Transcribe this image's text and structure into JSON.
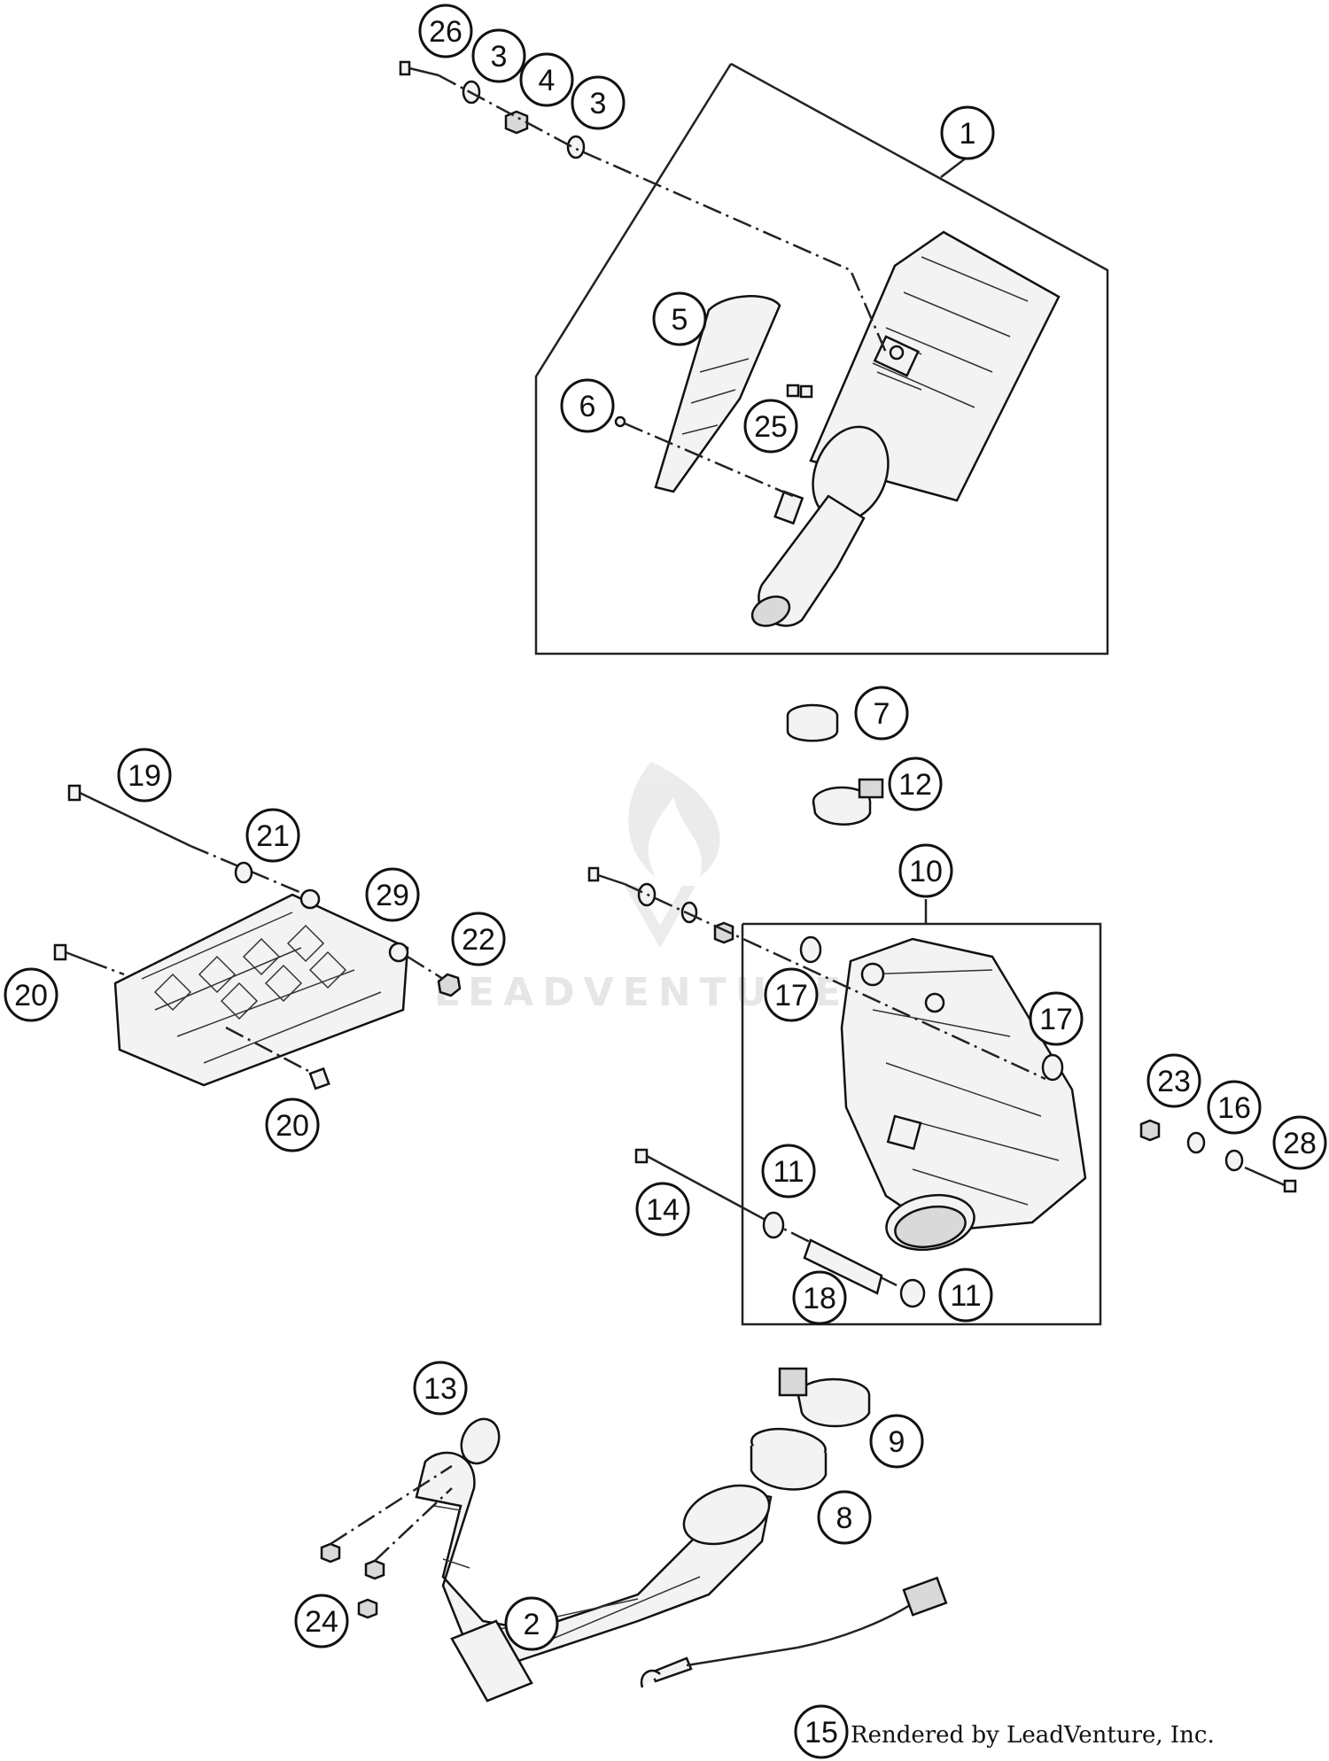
{
  "watermark": {
    "text": "LEADVENTURE"
  },
  "credit": "Rendered by LeadVenture, Inc.",
  "callouts": [
    {
      "id": "c26",
      "label": "26"
    },
    {
      "id": "c3a",
      "label": "3"
    },
    {
      "id": "c4",
      "label": "4"
    },
    {
      "id": "c3b",
      "label": "3"
    },
    {
      "id": "c1",
      "label": "1"
    },
    {
      "id": "c5",
      "label": "5"
    },
    {
      "id": "c6",
      "label": "6"
    },
    {
      "id": "c25",
      "label": "25"
    },
    {
      "id": "c7",
      "label": "7"
    },
    {
      "id": "c12",
      "label": "12"
    },
    {
      "id": "c19",
      "label": "19"
    },
    {
      "id": "c21",
      "label": "21"
    },
    {
      "id": "c29",
      "label": "29"
    },
    {
      "id": "c22",
      "label": "22"
    },
    {
      "id": "c20a",
      "label": "20"
    },
    {
      "id": "c20b",
      "label": "20"
    },
    {
      "id": "c10",
      "label": "10"
    },
    {
      "id": "c17a",
      "label": "17"
    },
    {
      "id": "c17b",
      "label": "17"
    },
    {
      "id": "c23",
      "label": "23"
    },
    {
      "id": "c16",
      "label": "16"
    },
    {
      "id": "c28",
      "label": "28"
    },
    {
      "id": "c11a",
      "label": "11"
    },
    {
      "id": "c14",
      "label": "14"
    },
    {
      "id": "c18",
      "label": "18"
    },
    {
      "id": "c11b",
      "label": "11"
    },
    {
      "id": "c13",
      "label": "13"
    },
    {
      "id": "c9",
      "label": "9"
    },
    {
      "id": "c8",
      "label": "8"
    },
    {
      "id": "c24",
      "label": "24"
    },
    {
      "id": "c2",
      "label": "2"
    },
    {
      "id": "c15",
      "label": "15"
    }
  ]
}
